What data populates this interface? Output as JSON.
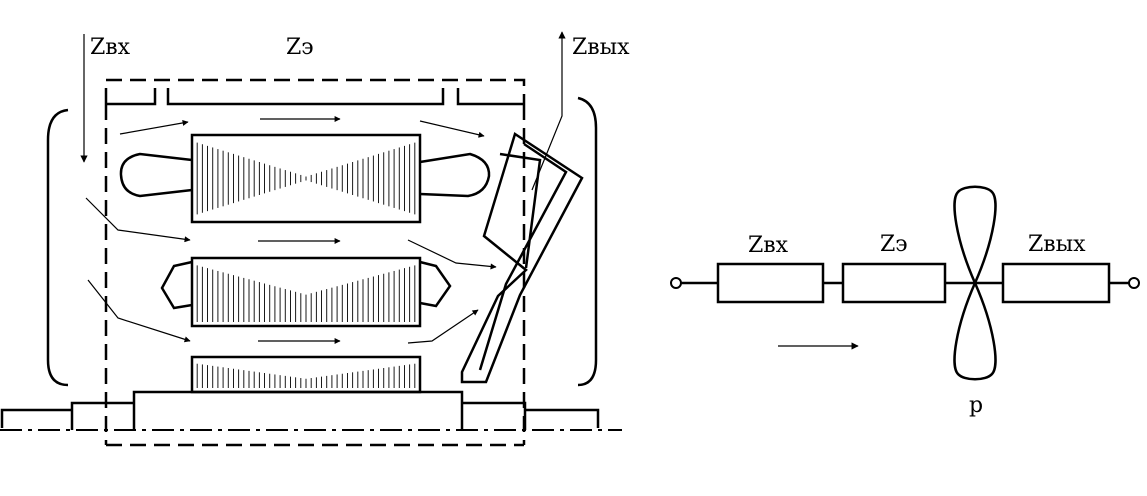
{
  "machine": {
    "z_in": "Zвх",
    "z_e": "Zэ",
    "z_out": "Zвых"
  },
  "scheme": {
    "z_in": "Zвх",
    "z_e": "Zэ",
    "z_out": "Zвых",
    "fan": "p"
  },
  "colors": {
    "ink": "#000000",
    "paper": "#ffffff"
  }
}
